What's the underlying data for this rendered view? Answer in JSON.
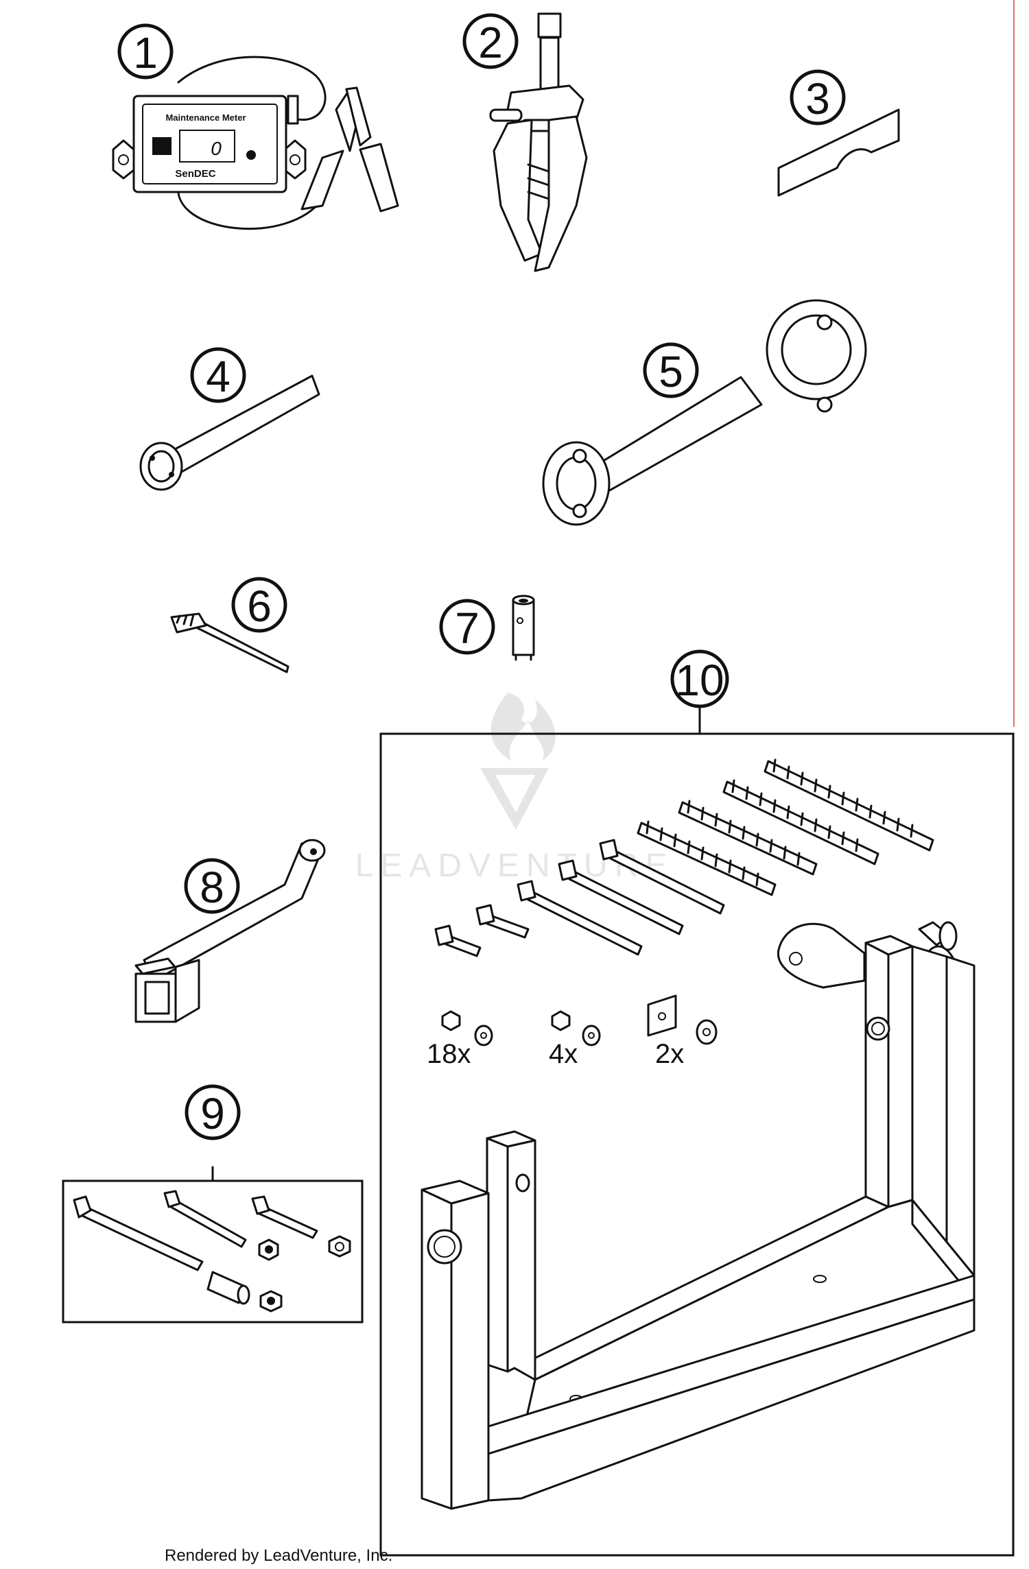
{
  "meter": {
    "brand_line1": "Maintenance Meter",
    "readout": "0",
    "brand_line2": "SenDEC"
  },
  "callouts": [
    "1",
    "2",
    "3",
    "4",
    "5",
    "6",
    "7",
    "8",
    "9",
    "10"
  ],
  "quantities": [
    "18x",
    "4x",
    "2x"
  ],
  "watermark": "LEADVENTURE",
  "credit": "Rendered by LeadVenture, Inc."
}
